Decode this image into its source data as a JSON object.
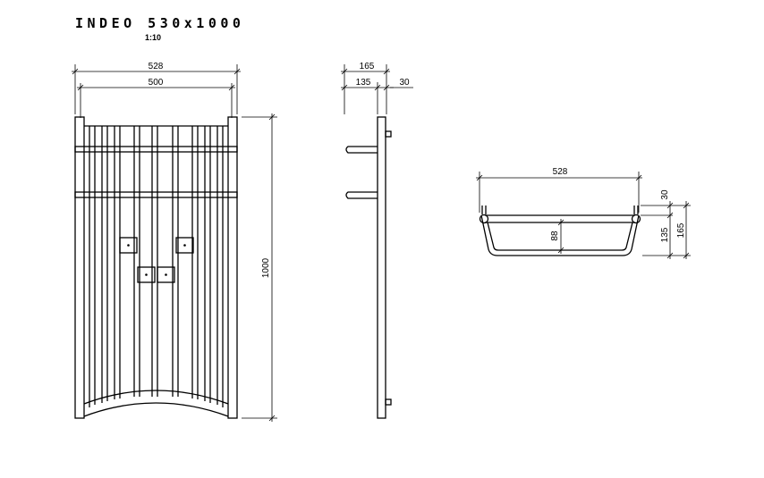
{
  "title": "INDEO 530x1000",
  "scale": "1:10",
  "front_view": {
    "width_outer": "528",
    "width_inner": "500",
    "height": "1000"
  },
  "side_view": {
    "depth_total": "165",
    "depth_shelf": "135",
    "wall_gap": "30"
  },
  "section_view": {
    "width": "528",
    "inner_depth": "88",
    "offset_top": "30",
    "height_135": "135",
    "height_165": "165"
  }
}
